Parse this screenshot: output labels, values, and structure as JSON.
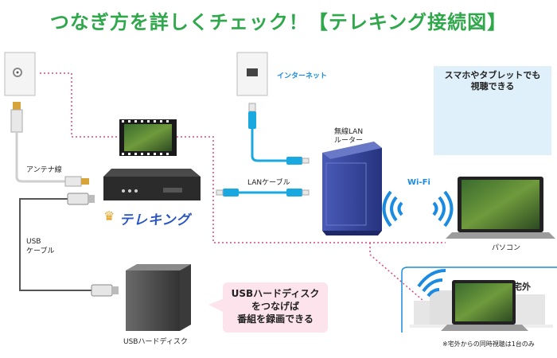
{
  "title": "つなぎ方を詳しくチェック！【テレキング接続図】",
  "labels": {
    "antenna_cable": "アンテナ線",
    "usb_cable_line1": "USB",
    "usb_cable_line2": "ケーブル",
    "usb_hdd": "USBハードディスク",
    "internet": "インターネット",
    "lan_cable": "LANケーブル",
    "router_line1": "無線LAN",
    "router_line2": "ルーター",
    "wifi": "Wi-Fi",
    "pc": "パソコン",
    "outdoor": "宅外",
    "outdoor_note": "※宅外からの同時視聴は1台のみ"
  },
  "callouts": {
    "tablet_line1": "スマホやタブレットでも",
    "tablet_line2": "視聴できる",
    "usb_line1": "USBハードディスク",
    "usb_line2": "をつなげば",
    "usb_line3": "番組を録画できる"
  },
  "logo": {
    "text": "テレキング",
    "icon": "crown-icon"
  },
  "colors": {
    "title": "#2ea84a",
    "dotted_signal": "#e0457b",
    "lan_cable": "#1aa8e0",
    "router": "#2f3f9a",
    "wifi": "#1a8be0",
    "tablet_callout_bg": "#dff0fb",
    "usb_callout_bg": "#fde3ec",
    "logo": "#2b56c4"
  }
}
